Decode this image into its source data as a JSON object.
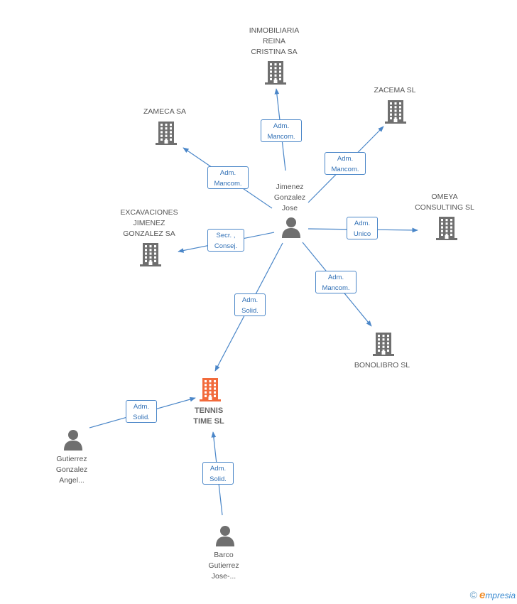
{
  "nodes": [
    {
      "id": "jimenez",
      "kind": "person",
      "lines": [
        "Jimenez",
        "Gonzalez",
        "Jose"
      ]
    },
    {
      "id": "inmobiliaria",
      "kind": "company",
      "lines": [
        "INMOBILIARIA",
        "REINA",
        "CRISTINA SA"
      ]
    },
    {
      "id": "zacema",
      "kind": "company",
      "lines": [
        "ZACEMA SL"
      ]
    },
    {
      "id": "zameca",
      "kind": "company",
      "lines": [
        "ZAMECA SA"
      ]
    },
    {
      "id": "omeya",
      "kind": "company",
      "lines": [
        "OMEYA",
        "CONSULTING SL"
      ]
    },
    {
      "id": "excavaciones",
      "kind": "company",
      "lines": [
        "EXCAVACIONES",
        "JIMENEZ",
        "GONZALEZ SA"
      ]
    },
    {
      "id": "bonolibro",
      "kind": "company",
      "lines": [
        "BONOLIBRO SL"
      ]
    },
    {
      "id": "tennis",
      "kind": "company-main",
      "lines": [
        "TENNIS",
        "TIME SL"
      ]
    },
    {
      "id": "gutierrez",
      "kind": "person",
      "lines": [
        "Gutierrez",
        "Gonzalez",
        "Angel..."
      ]
    },
    {
      "id": "barco",
      "kind": "person",
      "lines": [
        "Barco",
        "Gutierrez",
        "Jose-..."
      ]
    }
  ],
  "edges": [
    {
      "id": "e1",
      "from": "jimenez",
      "to": "inmobiliaria",
      "lines": [
        "Adm.",
        "Mancom."
      ]
    },
    {
      "id": "e2",
      "from": "jimenez",
      "to": "zacema",
      "lines": [
        "Adm.",
        "Mancom."
      ]
    },
    {
      "id": "e3",
      "from": "jimenez",
      "to": "zameca",
      "lines": [
        "Adm.",
        "Mancom."
      ]
    },
    {
      "id": "e4",
      "from": "jimenez",
      "to": "omeya",
      "lines": [
        "Adm.",
        "Unico"
      ]
    },
    {
      "id": "e5",
      "from": "jimenez",
      "to": "excavaciones",
      "lines": [
        "Secr. ,",
        "Consej."
      ]
    },
    {
      "id": "e6",
      "from": "jimenez",
      "to": "bonolibro",
      "lines": [
        "Adm.",
        "Mancom."
      ]
    },
    {
      "id": "e7",
      "from": "jimenez",
      "to": "tennis",
      "lines": [
        "Adm.",
        "Solid."
      ]
    },
    {
      "id": "e8",
      "from": "gutierrez",
      "to": "tennis",
      "lines": [
        "Adm.",
        "Solid."
      ]
    },
    {
      "id": "e9",
      "from": "barco",
      "to": "tennis",
      "lines": [
        "Adm.",
        "Solid."
      ]
    }
  ],
  "colors": {
    "edge": "#4a86c8",
    "node_icon": "#6f6f6f",
    "main_icon": "#f26a3b"
  },
  "footer": {
    "copyright_symbol": "©",
    "brand_initial": "e",
    "brand_rest": "mpresia"
  }
}
